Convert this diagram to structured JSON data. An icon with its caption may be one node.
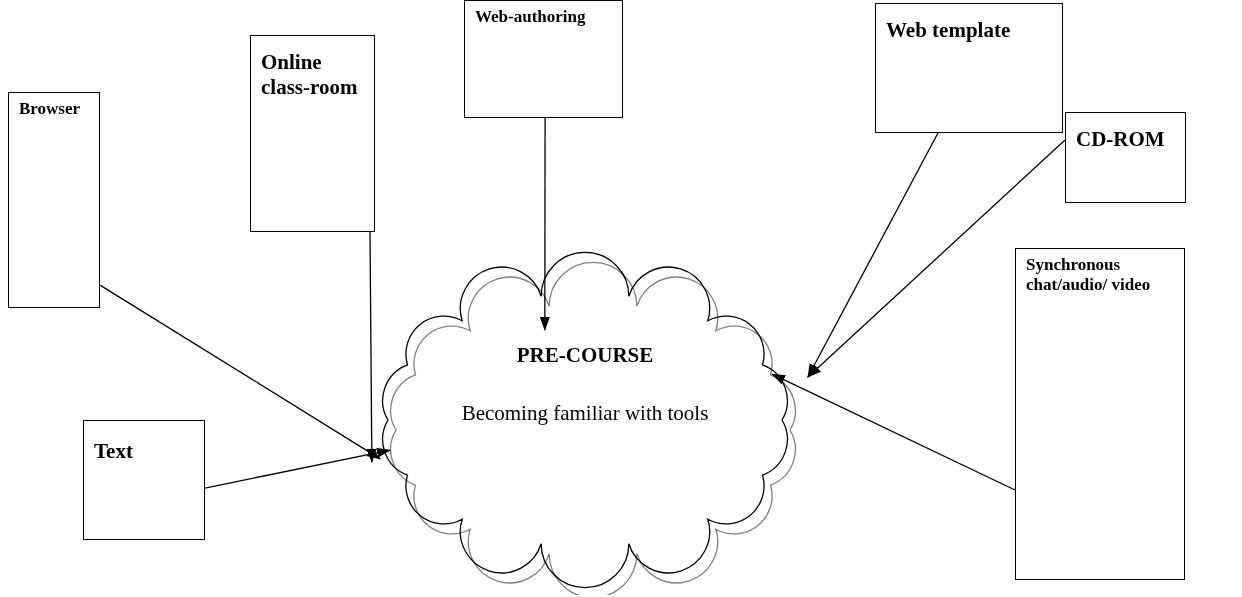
{
  "diagram": {
    "nodes": [
      {
        "text": [
          "Browser"
        ]
      },
      {
        "text": [
          "Online class-room"
        ]
      },
      {
        "text": [
          "Web-authoring"
        ]
      },
      {
        "text": [
          "Web template"
        ]
      },
      {
        "text": [
          "CD-ROM"
        ]
      },
      {
        "text": [
          "Synchronous chat/audio/ video"
        ]
      },
      {
        "text": [
          "Text"
        ]
      },
      {
        "text": [
          "PRE-COURSE",
          "Becoming familiar with tools"
        ]
      }
    ],
    "edges": [
      {
        "from": 0,
        "to": 7,
        "arrow": "to"
      },
      {
        "from": 1,
        "to": 7,
        "arrow": "to"
      },
      {
        "from": 2,
        "to": 7,
        "arrow": "to"
      },
      {
        "from": 3,
        "to": 7,
        "arrow": "to"
      },
      {
        "from": 4,
        "to": 7,
        "arrow": "to"
      },
      {
        "from": 5,
        "to": 7,
        "arrow": "to"
      },
      {
        "from": 6,
        "to": 7,
        "arrow": "to"
      }
    ]
  }
}
